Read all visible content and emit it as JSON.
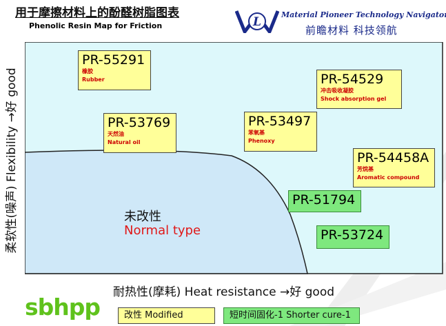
{
  "header": {
    "title_cn": "用于摩擦材料上的酚醛树脂图表",
    "title_en": "Phenolic Resin Map for Friction"
  },
  "logo": {
    "tagline_en": "Material Pioneer  Technology Navigator",
    "tagline_cn": "前瞻材料  科技领航",
    "brand": "sbhpp",
    "icon": "shl-logo-icon"
  },
  "axes": {
    "y_label": "柔软性(噪声) Flexibility   →好 good",
    "x_label": "耐热性(摩耗) Heat resistance    →好 good"
  },
  "regions": {
    "normal_cn": "未改性",
    "normal_en": "Normal type"
  },
  "products": [
    {
      "code": "PR-55291",
      "sub_cn": "橡胶",
      "sub_en": "Rubber",
      "kind": "modified"
    },
    {
      "code": "PR-54529",
      "sub_cn": "冲击吸收凝胶",
      "sub_en": "Shock absorption gel",
      "kind": "modified"
    },
    {
      "code": "PR-53769",
      "sub_cn": "天然油",
      "sub_en": "Natural oil",
      "kind": "modified"
    },
    {
      "code": "PR-53497",
      "sub_cn": "苯氧基",
      "sub_en": "Phenoxy",
      "kind": "modified"
    },
    {
      "code": "PR-54458A",
      "sub_cn": "芳烷基",
      "sub_en": "Aromatic compound",
      "kind": "modified"
    },
    {
      "code": "PR-51794",
      "kind": "shorter-cure"
    },
    {
      "code": "PR-53724",
      "kind": "shorter-cure"
    }
  ],
  "legend": {
    "modified": "改性 Modified",
    "shorter_cure": "短时间固化-1 Shorter cure-1"
  },
  "colors": {
    "map_bg": "#ddf8fb",
    "normal_region": "#cfe8f8",
    "modified_box": "#ffff99",
    "cure_box": "#7ee87e",
    "highlight_red": "#cc0000",
    "brand_green": "#5fc21c",
    "brand_blue": "#1a2a8a"
  }
}
